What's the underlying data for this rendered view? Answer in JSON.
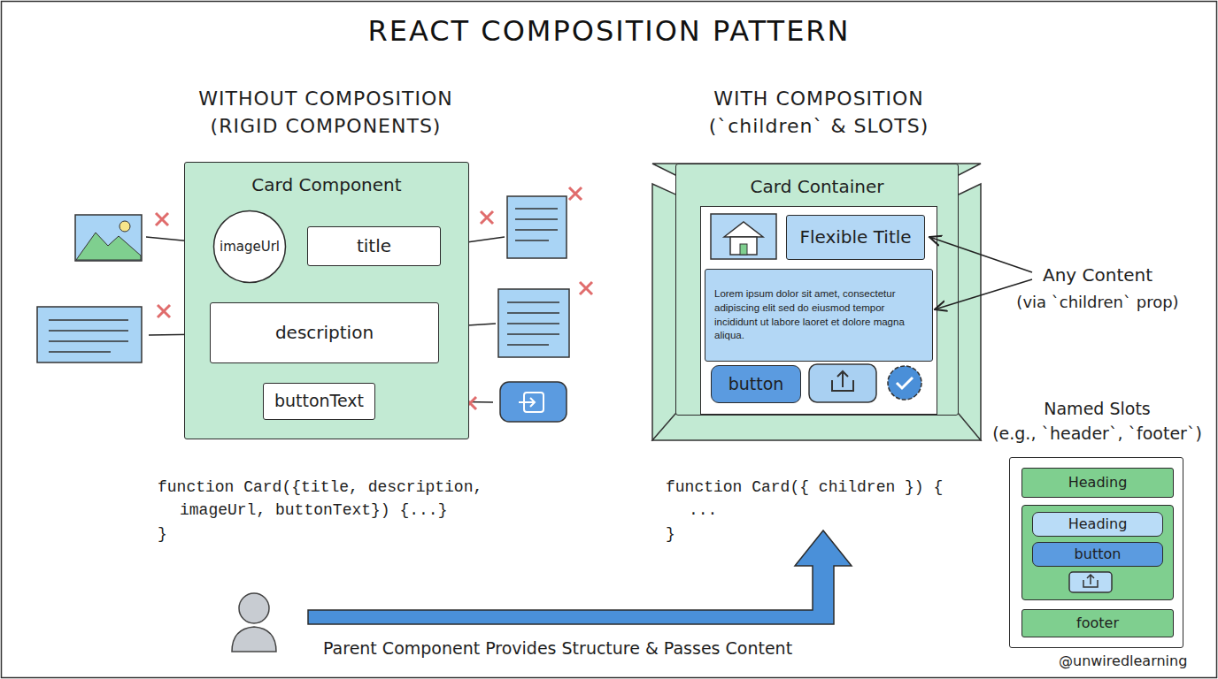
{
  "diagram": {
    "title": "REACT COMPOSITION PATTERN",
    "nodes": [
      {
        "text": [
          "Card Component"
        ]
      },
      {
        "text": [
          "imageUrl"
        ],
        "in": 0
      },
      {
        "text": [
          "title"
        ],
        "in": 0
      },
      {
        "text": [
          "description"
        ],
        "in": 0
      },
      {
        "text": [
          "buttonText"
        ],
        "in": 0
      },
      {
        "text": [
          "Card Container"
        ]
      },
      {
        "text": [
          "Flexible Title"
        ],
        "in": 5
      },
      {
        "text": [
          "Lorem ipsum dolor sit amet, consectetur adipiscing elit sed do eiusmod tempor incididunt ut labore laoret et dolore magna aliqua."
        ],
        "in": 5
      },
      {
        "text": [
          "button"
        ],
        "in": 5
      },
      {
        "text": [
          "Named Slots",
          "(e.g., `header`, `footer`)"
        ]
      },
      {
        "text": [
          "Heading"
        ],
        "in": 9
      },
      {
        "text": [
          "Heading"
        ],
        "in": 9
      },
      {
        "text": [
          "button"
        ],
        "in": 9
      },
      {
        "text": [
          "footer"
        ],
        "in": 9
      }
    ],
    "labels": [
      "WITHOUT COMPOSITION (RIGID COMPONENTS)",
      "WITH COMPOSITION (`children` & SLOTS)",
      "function Card({title, description,",
      "imageUrl, buttonText}) {...}",
      "}",
      "Any Content",
      "(via `children` prop)",
      "function Card({ children }) {",
      "...",
      "}",
      "Parent Component Provides Structure & Passes Content",
      "@unwiredlearning"
    ]
  }
}
